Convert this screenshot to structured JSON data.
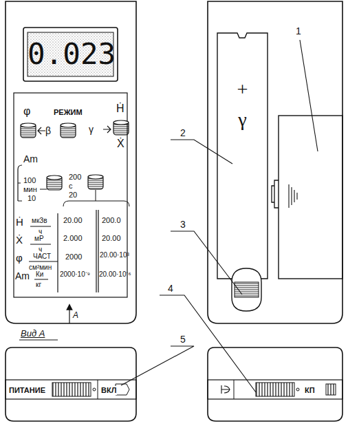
{
  "diagram": {
    "nodes": [
      {
        "text": [
          "0.023"
        ]
      },
      {
        "text": [
          "+",
          "γ"
        ]
      }
    ],
    "labels": [
      "φ",
      "РЕЖИМ",
      "Ḣ",
      "β",
      "γ",
      "Ẋ",
      "Am",
      "100",
      "мин",
      "10",
      "200",
      "с",
      "20",
      "Ḣ",
      "мкЗв",
      "ч",
      "Ẋ",
      "мР",
      "ч",
      "φ",
      "ЧАСТ",
      "см²мин",
      "Am",
      "Ки",
      "кг",
      "20.00",
      "200.0",
      "2.000",
      "20.00",
      "2000",
      "20.00·10³",
      "2000·10⁻⁹",
      "20.00·10⁻⁶",
      "A",
      "Вид А",
      "ПИТАНИЕ",
      "ВКЛ",
      "КП",
      "1",
      "2",
      "3",
      "4",
      "5"
    ]
  }
}
